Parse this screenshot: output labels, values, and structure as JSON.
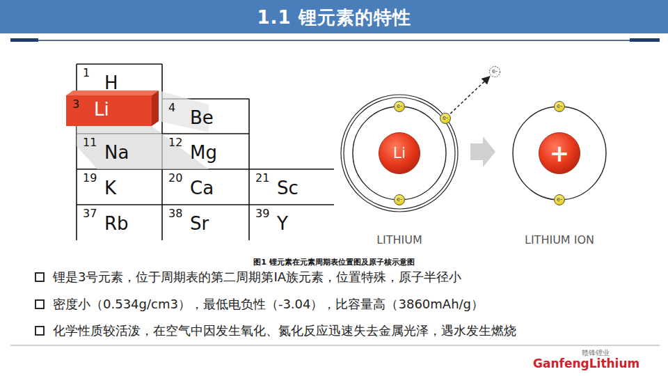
{
  "diagram": {
    "title": "1.1 锂元素的特性",
    "caption": "图1 锂元素在元素周期表位置图及原子核示意图",
    "nodes": [
      {
        "text": [
          "1",
          "H"
        ]
      },
      {
        "text": [
          "3",
          "Li"
        ]
      },
      {
        "text": [
          "4",
          "Be"
        ]
      },
      {
        "text": [
          "11",
          "Na"
        ]
      },
      {
        "text": [
          "12",
          "Mg"
        ]
      },
      {
        "text": [
          "19",
          "K"
        ]
      },
      {
        "text": [
          "20",
          "Ca"
        ]
      },
      {
        "text": [
          "21",
          "Sc"
        ]
      },
      {
        "text": [
          "37",
          "Rb"
        ]
      },
      {
        "text": [
          "38",
          "Sr"
        ]
      },
      {
        "text": [
          "39",
          "Y"
        ]
      },
      {
        "text": [
          "Li"
        ]
      },
      {
        "text": [
          "e-"
        ]
      },
      {
        "text": [
          "e-"
        ]
      },
      {
        "text": [
          "e-"
        ]
      },
      {
        "text": [
          "e-"
        ]
      },
      {
        "text": [
          "+"
        ]
      },
      {
        "text": [
          "e-"
        ]
      },
      {
        "text": [
          "e-"
        ]
      }
    ],
    "edges": [
      {
        "from": 13,
        "to": 14,
        "arrow": "to"
      }
    ],
    "labels": [
      "LITHIUM",
      "LITHIUM ION",
      "锂是3号元素，位于周期表的第二周期第IA族元素，位置特殊，原子半径小",
      "密度小（0.534g/cm3），最低电负性（-3.04），比容量高（3860mAh/g）",
      "化学性质较活泼，在空气中因发生氧化、氮化反应迅速失去金属光泽，遇水发生燃烧",
      "赣锋锂业",
      "GanfengLithium"
    ]
  }
}
